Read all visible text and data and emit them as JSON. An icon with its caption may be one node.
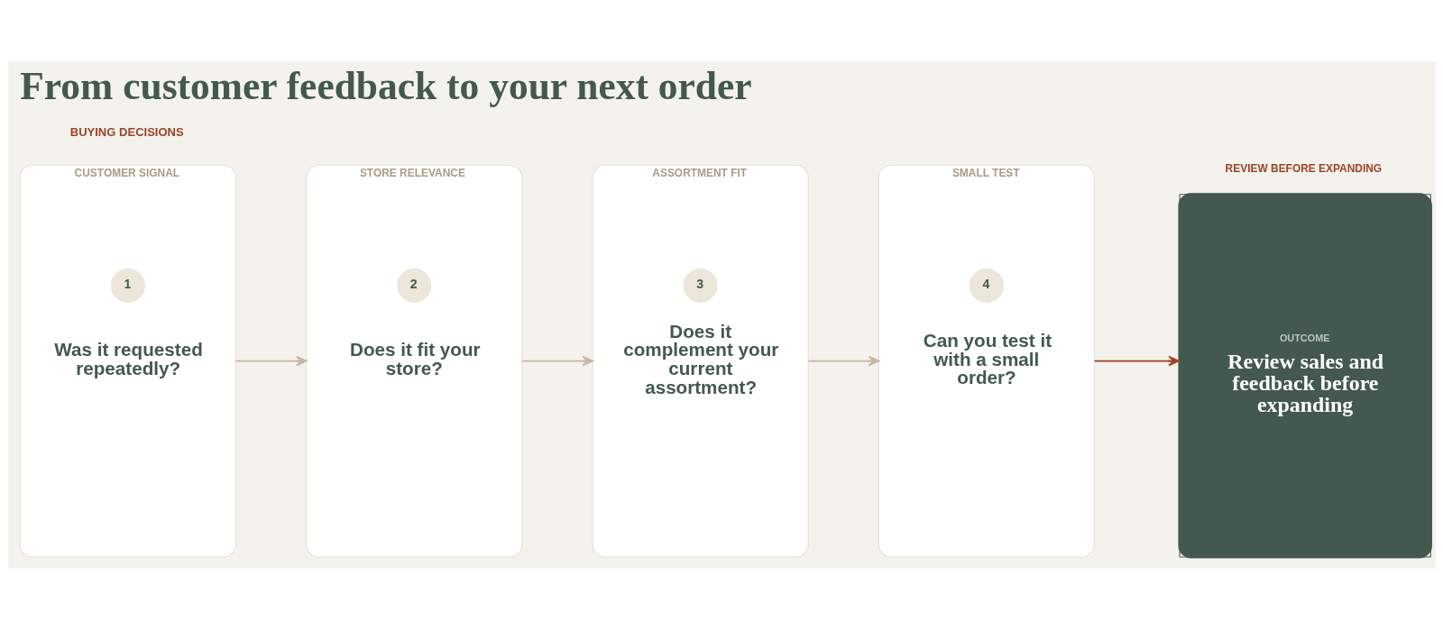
{
  "diagram": {
    "title": "From customer feedback to your next order",
    "nodes": [
      {
        "text": [
          "CUSTOMER SIGNAL",
          "Was it requested repeatedly?"
        ]
      },
      {
        "text": [
          "1"
        ],
        "in": 0
      },
      {
        "text": [
          "STORE RELEVANCE",
          "Does it fit your store?"
        ]
      },
      {
        "text": [
          "2"
        ],
        "in": 2
      },
      {
        "text": [
          "ASSORTMENT FIT",
          "Does it complement your current assortment?"
        ]
      },
      {
        "text": [
          "3"
        ],
        "in": 4
      },
      {
        "text": [
          "SMALL TEST",
          "Can you test it with a small order?"
        ]
      },
      {
        "text": [
          "4"
        ],
        "in": 6
      },
      {
        "text": [
          "REVIEW BEFORE EXPANDING",
          "OUTCOME",
          "Review sales and feedback before expanding"
        ]
      }
    ],
    "edges": [
      {
        "from": 0,
        "to": 2,
        "arrow": "to"
      },
      {
        "from": 2,
        "to": 4,
        "arrow": "to"
      },
      {
        "from": 4,
        "to": 6,
        "arrow": "to"
      },
      {
        "from": 6,
        "to": 8,
        "arrow": "to",
        "color": "#9c4327"
      }
    ],
    "labels": [
      "BUYING DECISIONS"
    ]
  }
}
